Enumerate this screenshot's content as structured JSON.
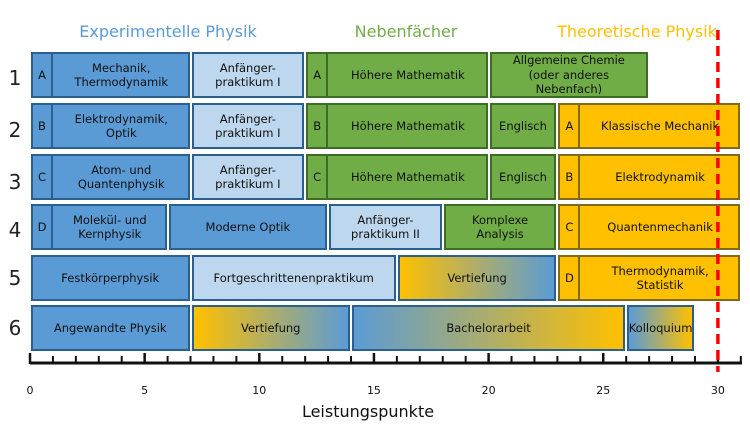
{
  "categories": [
    {
      "label": "Experimentelle Physik",
      "color": "#5b9bd5"
    },
    {
      "label": "Nebenfächer",
      "color": "#70ad47"
    },
    {
      "label": "Theoretische Physik",
      "color": "#ffc000"
    }
  ],
  "rows": [
    "1",
    "2",
    "3",
    "4",
    "5",
    "6"
  ],
  "xaxis": {
    "label": "Leistungspunkte",
    "ticks": [
      "0",
      "5",
      "10",
      "15",
      "20",
      "25",
      "30"
    ],
    "min": 0,
    "max": 30
  },
  "limit_line": {
    "value": 30,
    "color": "#ff0000"
  },
  "blocks": [
    {
      "row": 1,
      "start": 0,
      "end": 7,
      "tag": "A",
      "label": "Mechanik,\nThermodynamik",
      "style": "blue"
    },
    {
      "row": 1,
      "start": 7,
      "end": 12,
      "tag": "",
      "label": "Anfänger-\npraktikum I",
      "style": "lblue"
    },
    {
      "row": 1,
      "start": 12,
      "end": 20,
      "tag": "A",
      "label": "Höhere Mathematik",
      "style": "green"
    },
    {
      "row": 1,
      "start": 20,
      "end": 27,
      "tag": "",
      "label": "Allgemeine Chemie\n(oder anderes Nebenfach)",
      "style": "green"
    },
    {
      "row": 2,
      "start": 0,
      "end": 7,
      "tag": "B",
      "label": "Elektrodynamik,\nOptik",
      "style": "blue"
    },
    {
      "row": 2,
      "start": 7,
      "end": 12,
      "tag": "",
      "label": "Anfänger-\npraktikum I",
      "style": "lblue"
    },
    {
      "row": 2,
      "start": 12,
      "end": 20,
      "tag": "B",
      "label": "Höhere Mathematik",
      "style": "green"
    },
    {
      "row": 2,
      "start": 20,
      "end": 23,
      "tag": "",
      "label": "Englisch",
      "style": "green"
    },
    {
      "row": 2,
      "start": 23,
      "end": 31,
      "tag": "A",
      "label": "Klassische Mechanik",
      "style": "yellow"
    },
    {
      "row": 3,
      "start": 0,
      "end": 7,
      "tag": "C",
      "label": "Atom- und\nQuantenphysik",
      "style": "blue"
    },
    {
      "row": 3,
      "start": 7,
      "end": 12,
      "tag": "",
      "label": "Anfänger-\npraktikum I",
      "style": "lblue"
    },
    {
      "row": 3,
      "start": 12,
      "end": 20,
      "tag": "C",
      "label": "Höhere Mathematik",
      "style": "green"
    },
    {
      "row": 3,
      "start": 20,
      "end": 23,
      "tag": "",
      "label": "Englisch",
      "style": "green"
    },
    {
      "row": 3,
      "start": 23,
      "end": 31,
      "tag": "B",
      "label": "Elektrodynamik",
      "style": "yellow"
    },
    {
      "row": 4,
      "start": 0,
      "end": 6,
      "tag": "D",
      "label": "Molekül- und\nKernphysik",
      "style": "blue"
    },
    {
      "row": 4,
      "start": 6,
      "end": 13,
      "tag": "",
      "label": "Moderne Optik",
      "style": "blue"
    },
    {
      "row": 4,
      "start": 13,
      "end": 18,
      "tag": "",
      "label": "Anfänger-\npraktikum II",
      "style": "lblue"
    },
    {
      "row": 4,
      "start": 18,
      "end": 23,
      "tag": "",
      "label": "Komplexe Analysis",
      "style": "green"
    },
    {
      "row": 4,
      "start": 23,
      "end": 31,
      "tag": "C",
      "label": "Quantenmechanik",
      "style": "yellow"
    },
    {
      "row": 5,
      "start": 0,
      "end": 7,
      "tag": "",
      "label": "Festkörperphysik",
      "style": "blue"
    },
    {
      "row": 5,
      "start": 7,
      "end": 16,
      "tag": "",
      "label": "Fortgeschrittenenpraktikum",
      "style": "lblue"
    },
    {
      "row": 5,
      "start": 16,
      "end": 23,
      "tag": "",
      "label": "Vertiefung",
      "style": "grad-yb"
    },
    {
      "row": 5,
      "start": 23,
      "end": 31,
      "tag": "D",
      "label": "Thermodynamik,\nStatistik",
      "style": "yellow"
    },
    {
      "row": 6,
      "start": 0,
      "end": 7,
      "tag": "",
      "label": "Angewandte Physik",
      "style": "blue"
    },
    {
      "row": 6,
      "start": 7,
      "end": 14,
      "tag": "",
      "label": "Vertiefung",
      "style": "grad-yb"
    },
    {
      "row": 6,
      "start": 14,
      "end": 26,
      "tag": "",
      "label": "Bachelorarbeit",
      "style": "grad-by"
    },
    {
      "row": 6,
      "start": 26,
      "end": 29,
      "tag": "",
      "label": "Kolloquium",
      "style": "grad-mix"
    }
  ]
}
